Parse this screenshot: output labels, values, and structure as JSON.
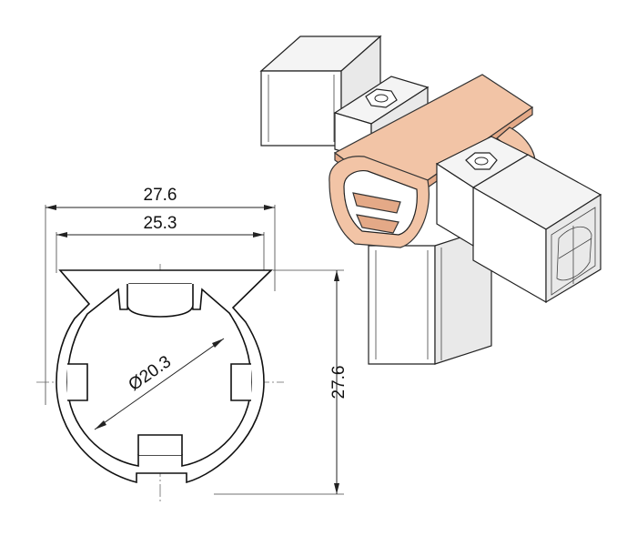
{
  "dimensions": {
    "outer_width": "27.6",
    "inner_width": "25.3",
    "diameter": "Ø20.3",
    "height": "27.6"
  },
  "colors": {
    "clamp": "#f2c4a6",
    "line": "#222222",
    "background": "#ffffff"
  }
}
